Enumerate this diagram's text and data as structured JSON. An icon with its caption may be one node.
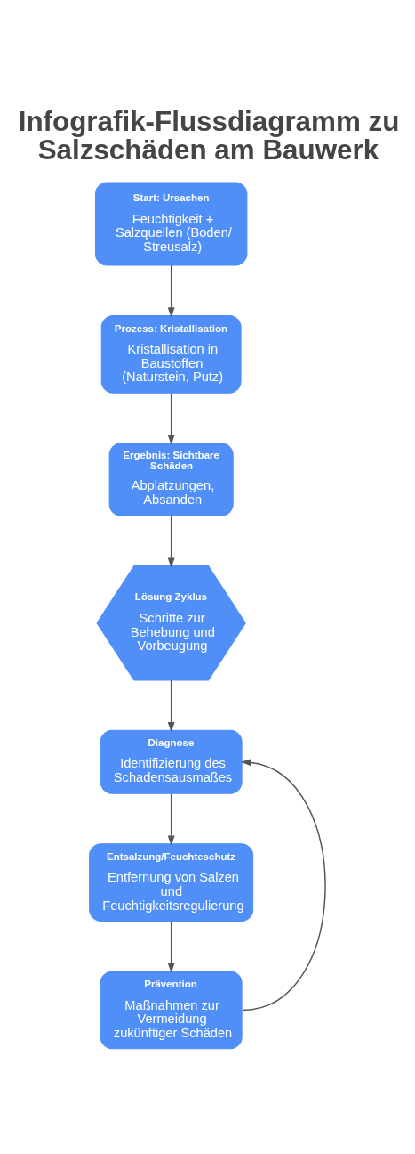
{
  "diagram": {
    "title": "Infografik-Flussdiagramm zu Salzschäden am Bauwerk",
    "nodes": [
      {
        "text": [
          "Start: Ursachen",
          "Feuchtigkeit + Salzquellen (Boden/ Streusalz)"
        ]
      },
      {
        "text": [
          "Prozess: Kristallisation",
          "Kristallisation in Baustoffen (Naturstein, Putz)"
        ]
      },
      {
        "text": [
          "Ergebnis: Sichtbare Schäden",
          "Abplatzungen, Absanden"
        ]
      },
      {
        "text": [
          "Lösung Zyklus",
          "Schritte zur Behebung und Vorbeugung"
        ]
      },
      {
        "text": [
          "Diagnose",
          "Identifizierung des Schadensausmaßes"
        ]
      },
      {
        "text": [
          "Entsalzung/Feuchteschutz",
          "Entfernung von Salzen und Feuchtigkeitsregulierung"
        ]
      },
      {
        "text": [
          "Prävention",
          "Maßnahmen zur Vermeidung zukünftiger Schäden"
        ]
      }
    ],
    "edges": [
      {
        "from": 0,
        "to": 1,
        "arrow": "to"
      },
      {
        "from": 1,
        "to": 2,
        "arrow": "to"
      },
      {
        "from": 2,
        "to": 3,
        "arrow": "to"
      },
      {
        "from": 3,
        "to": 4,
        "arrow": "to"
      },
      {
        "from": 4,
        "to": 5,
        "arrow": "to"
      },
      {
        "from": 5,
        "to": 6,
        "arrow": "to"
      },
      {
        "from": 6,
        "to": 4,
        "arrow": "to"
      }
    ]
  }
}
